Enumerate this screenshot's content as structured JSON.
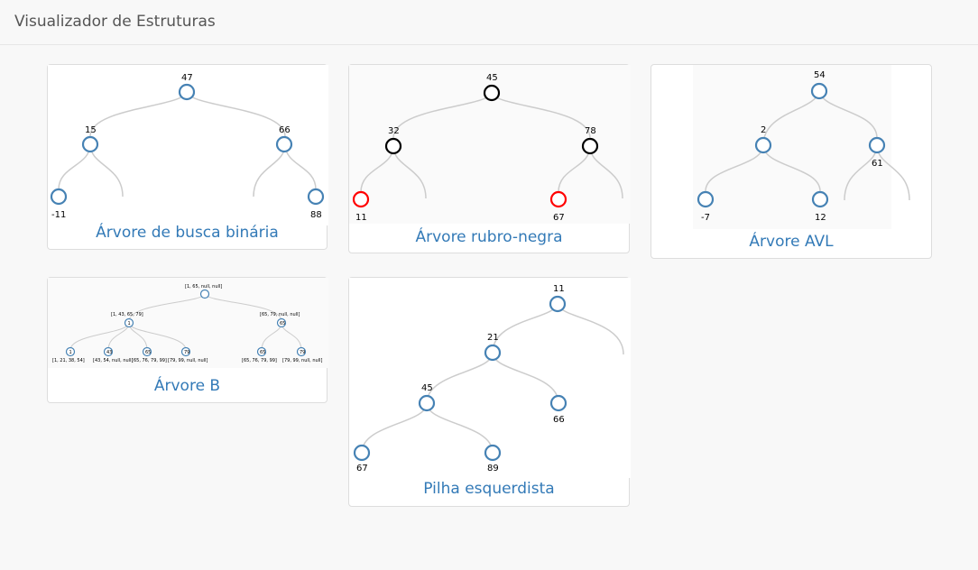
{
  "app": {
    "title": "Visualizador de Estruturas"
  },
  "colors": {
    "node_blue": "#4682b4",
    "node_black": "#000000",
    "node_red": "#ff0000",
    "caption": "#337ab7",
    "edge": "#cccccc"
  },
  "cards": {
    "bst": {
      "caption": "Árvore de busca binária",
      "nodes": [
        "47",
        "15",
        "66",
        "-11",
        "88"
      ]
    },
    "rbt": {
      "caption": "Árvore rubro-negra",
      "nodes": [
        "45",
        "32",
        "78",
        "11",
        "67"
      ]
    },
    "avl": {
      "caption": "Árvore AVL",
      "nodes": [
        "54",
        "2",
        "61",
        "-7",
        "12"
      ]
    },
    "btree": {
      "caption": "Árvore B",
      "nodes": [
        "[1, 65, null, null]",
        "[1, 43, 65, 79]",
        "[65, 79, null, null]",
        "[1, 21, 38, 54]",
        "[43, 54, null, null]",
        "[65, 76, 79, 99]",
        "[79, 99, null, null]",
        "[65, 76, 79, 99]",
        "[79, 99, null, null]"
      ],
      "inner": [
        "1",
        "43",
        "65",
        "79",
        "1",
        "65",
        "65",
        "79"
      ]
    },
    "leftist": {
      "caption": "Pilha esquerdista",
      "nodes": [
        "11",
        "21",
        "45",
        "66",
        "67",
        "89"
      ]
    }
  }
}
